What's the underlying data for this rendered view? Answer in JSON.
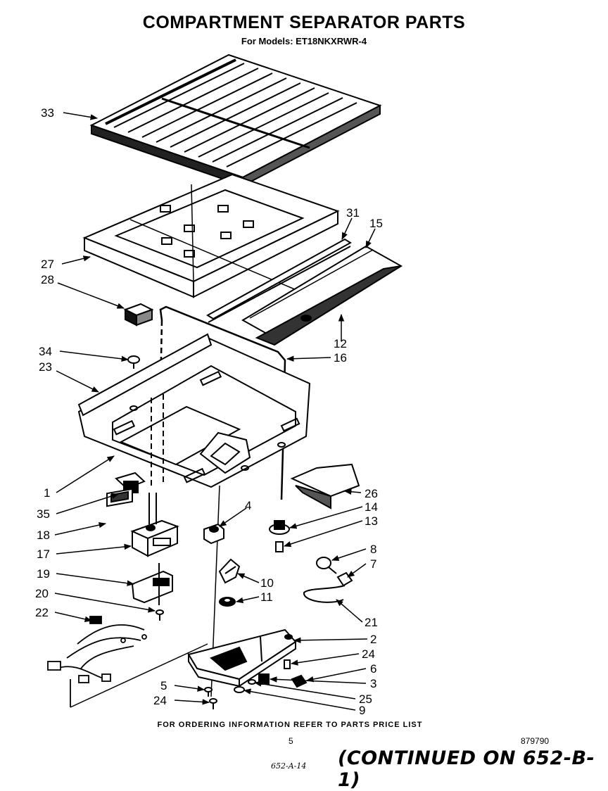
{
  "header": {
    "title": "COMPARTMENT SEPARATOR PARTS",
    "subtitle": "For Models: ET18NKXRWR-4"
  },
  "parts": [
    {
      "id": "p33",
      "num": "33"
    },
    {
      "id": "p31",
      "num": "31"
    },
    {
      "id": "p15",
      "num": "15"
    },
    {
      "id": "p27",
      "num": "27"
    },
    {
      "id": "p28",
      "num": "28"
    },
    {
      "id": "p12",
      "num": "12"
    },
    {
      "id": "p34",
      "num": "34"
    },
    {
      "id": "p16",
      "num": "16"
    },
    {
      "id": "p23",
      "num": "23"
    },
    {
      "id": "p1",
      "num": "1"
    },
    {
      "id": "p26",
      "num": "26"
    },
    {
      "id": "p35",
      "num": "35"
    },
    {
      "id": "p4",
      "num": "4"
    },
    {
      "id": "p14",
      "num": "14"
    },
    {
      "id": "p18",
      "num": "18"
    },
    {
      "id": "p13",
      "num": "13"
    },
    {
      "id": "p17",
      "num": "17"
    },
    {
      "id": "p8",
      "num": "8"
    },
    {
      "id": "p7",
      "num": "7"
    },
    {
      "id": "p19",
      "num": "19"
    },
    {
      "id": "p10",
      "num": "10"
    },
    {
      "id": "p11",
      "num": "11"
    },
    {
      "id": "p20",
      "num": "20"
    },
    {
      "id": "p22",
      "num": "22"
    },
    {
      "id": "p21",
      "num": "21"
    },
    {
      "id": "p2",
      "num": "2"
    },
    {
      "id": "p24a",
      "num": "24"
    },
    {
      "id": "p6",
      "num": "6"
    },
    {
      "id": "p5",
      "num": "5"
    },
    {
      "id": "p3",
      "num": "3"
    },
    {
      "id": "p24b",
      "num": "24"
    },
    {
      "id": "p25",
      "num": "25"
    },
    {
      "id": "p9",
      "num": "9"
    }
  ],
  "footer": {
    "ordering_note": "FOR ORDERING INFORMATION REFER TO PARTS PRICE LIST",
    "page_number": "5",
    "document_code": "879790",
    "handwritten_note": "652-A-14",
    "continued_note": "(CONTINUED ON 652-B-1)"
  }
}
